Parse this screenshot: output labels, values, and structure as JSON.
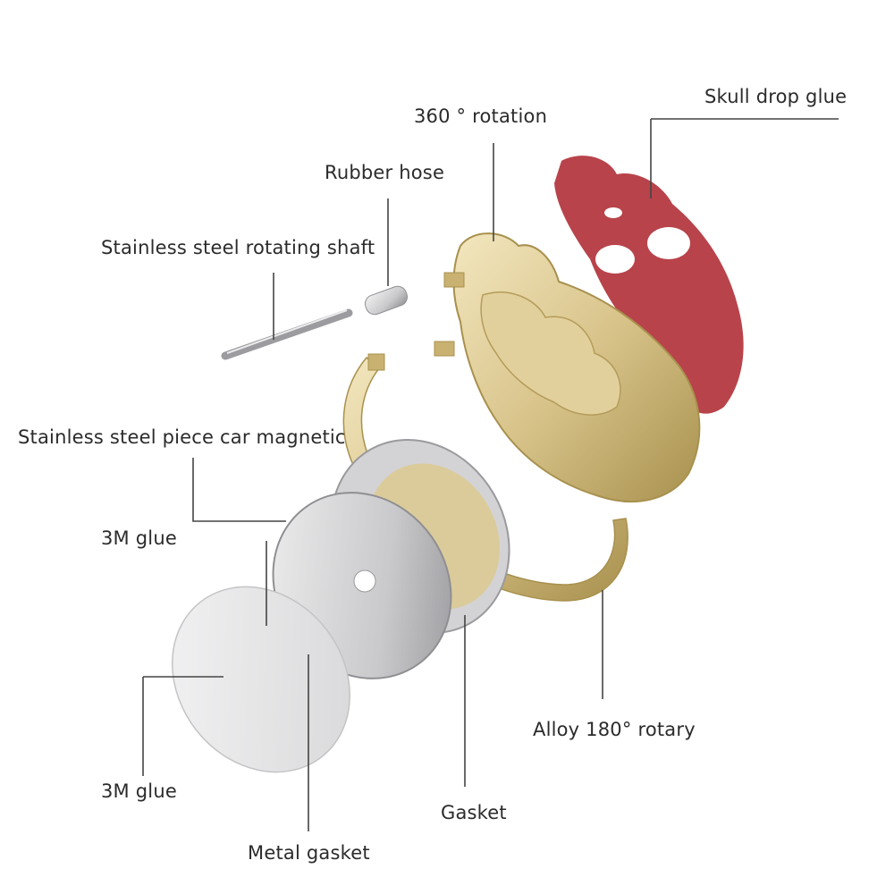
{
  "labels": {
    "skull_drop_glue": "Skull drop glue",
    "rotation_360": "360 ° rotation",
    "rubber_hose": "Rubber hose",
    "rotating_shaft": "Stainless steel rotating shaft",
    "steel_piece": "Stainless steel piece car magnetic",
    "glue_upper": "3M glue",
    "glue_lower": "3M glue",
    "metal_gasket": "Metal gasket",
    "gasket": "Gasket",
    "alloy_rotary": "Alloy 180° rotary"
  },
  "colors": {
    "skull_red": "#b8434a",
    "gold": "#d8c38a",
    "gold_dark": "#a8914e",
    "silver": "#c9c9cb",
    "leader_line": "#444444"
  }
}
